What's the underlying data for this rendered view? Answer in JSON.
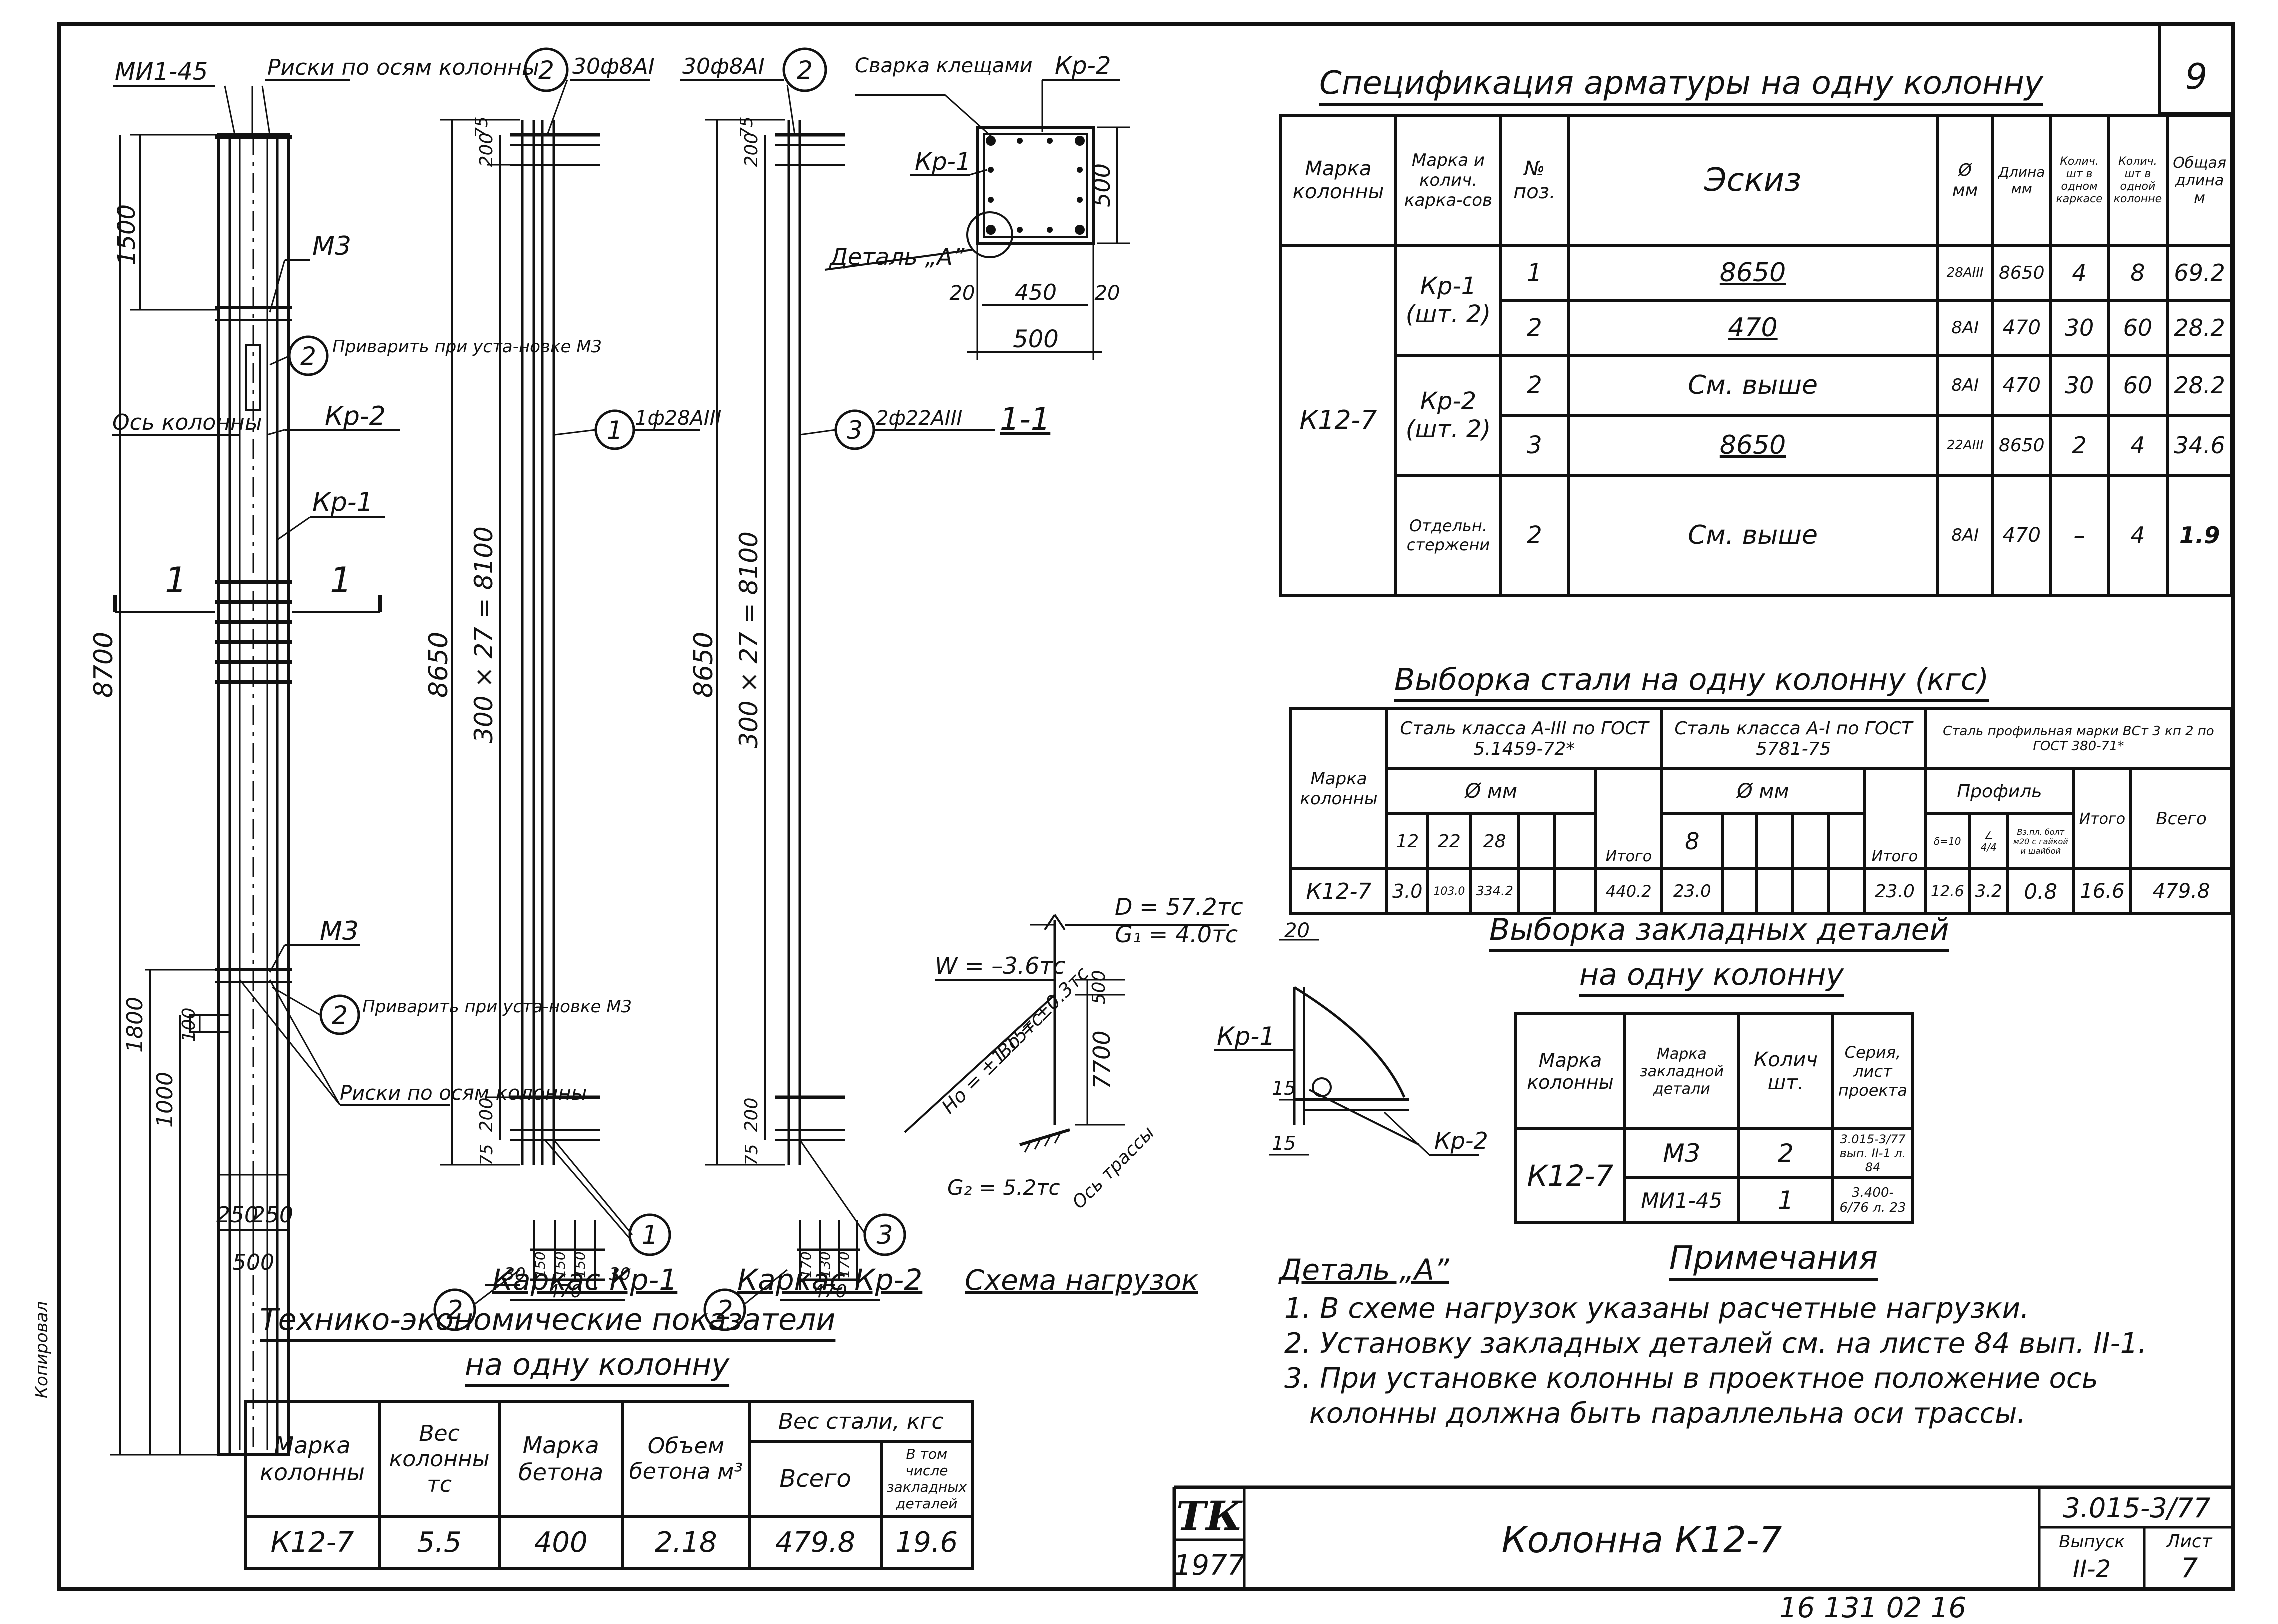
{
  "sheet_number": "9",
  "column_view": {
    "top_mark": "МИ1-45",
    "risk_top": "Риски по осям колонны",
    "m3_top": "М3",
    "weld_note_top": "Приварить при уста-новке М3",
    "axis_label": "Ось колонны",
    "kr2": "Кр-2",
    "kr1": "Кр-1",
    "section_mark_left": "1",
    "section_mark_right": "1",
    "dim_1500": "1500",
    "dim_8700": "8700",
    "m3_bottom": "М3",
    "weld_note_bottom": "Приварить при уста-новке М3",
    "risk_bottom": "Риски по осям колонны",
    "dim_1800": "1800",
    "dim_1000": "1000",
    "dim_100": "100",
    "dim_250_l": "250",
    "dim_250_r": "250",
    "dim_500": "500",
    "pos2": "2"
  },
  "cage1": {
    "top_label": "30ф8АI",
    "pos_top": "2",
    "dim_75_top": "75",
    "dim_200_top": "200",
    "dim_8650": "8650",
    "dim_pitch": "300 × 27 = 8100",
    "bar_label": "1ф28АIII",
    "pos_bar": "1",
    "dim_200_bot": "200",
    "dim_75_bot": "75",
    "caption": "Каркас Кр-1",
    "detail_dims": [
      "30",
      "150",
      "150",
      "150",
      "30"
    ],
    "detail_width": "470",
    "pos_circle_1": "1",
    "pos_circle_2": "2"
  },
  "cage2": {
    "top_label": "30ф8АI",
    "pos_top": "2",
    "dim_75_top": "75",
    "dim_200_top": "200",
    "dim_8650": "8650",
    "dim_pitch": "300 × 27 = 8100",
    "bar_label": "2ф22АIII",
    "pos_bar": "3",
    "dim_200_bot": "200",
    "dim_75_bot": "75",
    "caption": "Каркас Кр-2",
    "detail_dims": [
      "170",
      "130",
      "170"
    ],
    "detail_width": "470",
    "pos_circle_3": "3",
    "pos_circle_2": "2"
  },
  "section": {
    "weld_label": "Сварка клещами",
    "kr2": "Кр-2",
    "kr1": "Кр-1",
    "detail_label": "Деталь „А”",
    "dim_500_v": "500",
    "dim_20_l": "20",
    "dim_450": "450",
    "dim_20_r": "20",
    "dim_500_h": "500",
    "caption": "1-1"
  },
  "loads": {
    "D": "D = 57.2тс",
    "G1": "G₁ = 4.0тс",
    "W": "W = –3.6тс",
    "Ho": "Hо = ±1.15тс",
    "Bo": "Bо = ±0.3тс",
    "G2": "G₂ = 5.2тс",
    "axis": "Ось трассы",
    "dim_500": "500",
    "dim_7700": "7700",
    "caption": "Схема нагрузок"
  },
  "detail_a": {
    "dim_20": "20",
    "kr1": "Кр-1",
    "kr2": "Кр-2",
    "dim_15a": "15",
    "dim_15b": "15",
    "caption": "Деталь „А”"
  },
  "spec": {
    "title": "Спецификация арматуры на одну колонну",
    "headers": [
      "Марка колонны",
      "Марка и колич. карка-сов",
      "№ поз.",
      "Эскиз",
      "Ø мм",
      "Длина мм",
      "Колич. шт в одном каркасе",
      "Колич. шт в одной колонне",
      "Общая длина м"
    ],
    "column_mark": "К12-7",
    "rows": [
      {
        "frame": "Кр-1 (шт. 2)",
        "pos": "1",
        "sketch": "8650",
        "dia": "28АIII",
        "len": "8650",
        "q1": "4",
        "q2": "8",
        "total": "69.2"
      },
      {
        "frame": "",
        "pos": "2",
        "sketch": "470",
        "dia": "8АI",
        "len": "470",
        "q1": "30",
        "q2": "60",
        "total": "28.2"
      },
      {
        "frame": "Кр-2 (шт. 2)",
        "pos": "2",
        "sketch": "См. выше",
        "dia": "8АI",
        "len": "470",
        "q1": "30",
        "q2": "60",
        "total": "28.2"
      },
      {
        "frame": "",
        "pos": "3",
        "sketch": "8650",
        "dia": "22АIII",
        "len": "8650",
        "q1": "2",
        "q2": "4",
        "total": "34.6"
      },
      {
        "frame": "Отдельн. стержени",
        "pos": "2",
        "sketch": "См. выше",
        "dia": "8АI",
        "len": "470",
        "q1": "–",
        "q2": "4",
        "total": "1.9"
      }
    ]
  },
  "steel": {
    "title": "Выборка стали на одну колонну (кгс)",
    "h_mark": "Марка колонны",
    "h_a3": "Сталь класса А-III по ГОСТ 5.1459-72*",
    "h_a1": "Сталь класса А-I по ГОСТ 5781-75",
    "h_prof": "Сталь профильная марки ВСт 3 кп 2 по ГОСТ 380-71*",
    "h_dia": "Ø мм",
    "h_dia2": "Ø мм",
    "h_profile": "Профиль",
    "h_itogo": "Итого",
    "h_itogo2": "Итого",
    "h_itogo3": "Итого",
    "h_total": "Всего",
    "d12": "12",
    "d22": "22",
    "d28": "28",
    "d8": "8",
    "p1": "δ=10",
    "p2": "∠ 4/4",
    "p3": "Вз.пл. болт м20 с гайкой и шайбой",
    "mark": "К12-7",
    "v12": "3.0",
    "v22": "103.0",
    "v28": "334.2",
    "vitogo": "440.2",
    "v8": "23.0",
    "vitogo2": "23.0",
    "vp1": "12.6",
    "vp2": "3.2",
    "vp3": "0.8",
    "vitogo3": "16.6",
    "vtotal": "479.8"
  },
  "embedded": {
    "title1": "Выборка закладных деталей",
    "title2": "на одну колонну",
    "headers": [
      "Марка колонны",
      "Марка закладной детали",
      "Колич шт.",
      "Серия, лист проекта"
    ],
    "mark": "К12-7",
    "rows": [
      {
        "name": "М3",
        "qty": "2",
        "ref": "3.015-3/77 вып. II-1 л. 84"
      },
      {
        "name": "МИ1-45",
        "qty": "1",
        "ref": "3.400-6/76 л. 23"
      }
    ]
  },
  "notes": {
    "title": "Примечания",
    "items": [
      "1. В схеме нагрузок указаны расчетные нагрузки.",
      "2. Установку закладных деталей см. на листе 84 вып. II-1.",
      "3. При установке колонны в проектное положение ось",
      "колонны должна быть параллельна оси трассы."
    ]
  },
  "tei": {
    "title1": "Технико-экономические показатели",
    "title2": "на одну колонну",
    "headers": [
      "Марка колонны",
      "Вес колонны тс",
      "Марка бетона",
      "Объем бетона м³",
      "Вес стали, кгс",
      "Всего",
      "В том числе закладных деталей"
    ],
    "values": [
      "К12-7",
      "5.5",
      "400",
      "2.18",
      "479.8",
      "19.6"
    ]
  },
  "stamp": {
    "logo": "ТК",
    "year": "1977",
    "title": "Колонна К12-7",
    "series": "3.015-3/77",
    "issue_label": "Выпуск",
    "issue": "II-2",
    "sheet_label": "Лист",
    "sheet": "7"
  },
  "bottom_note": "16 131 02 16",
  "side_note": "Копировал"
}
